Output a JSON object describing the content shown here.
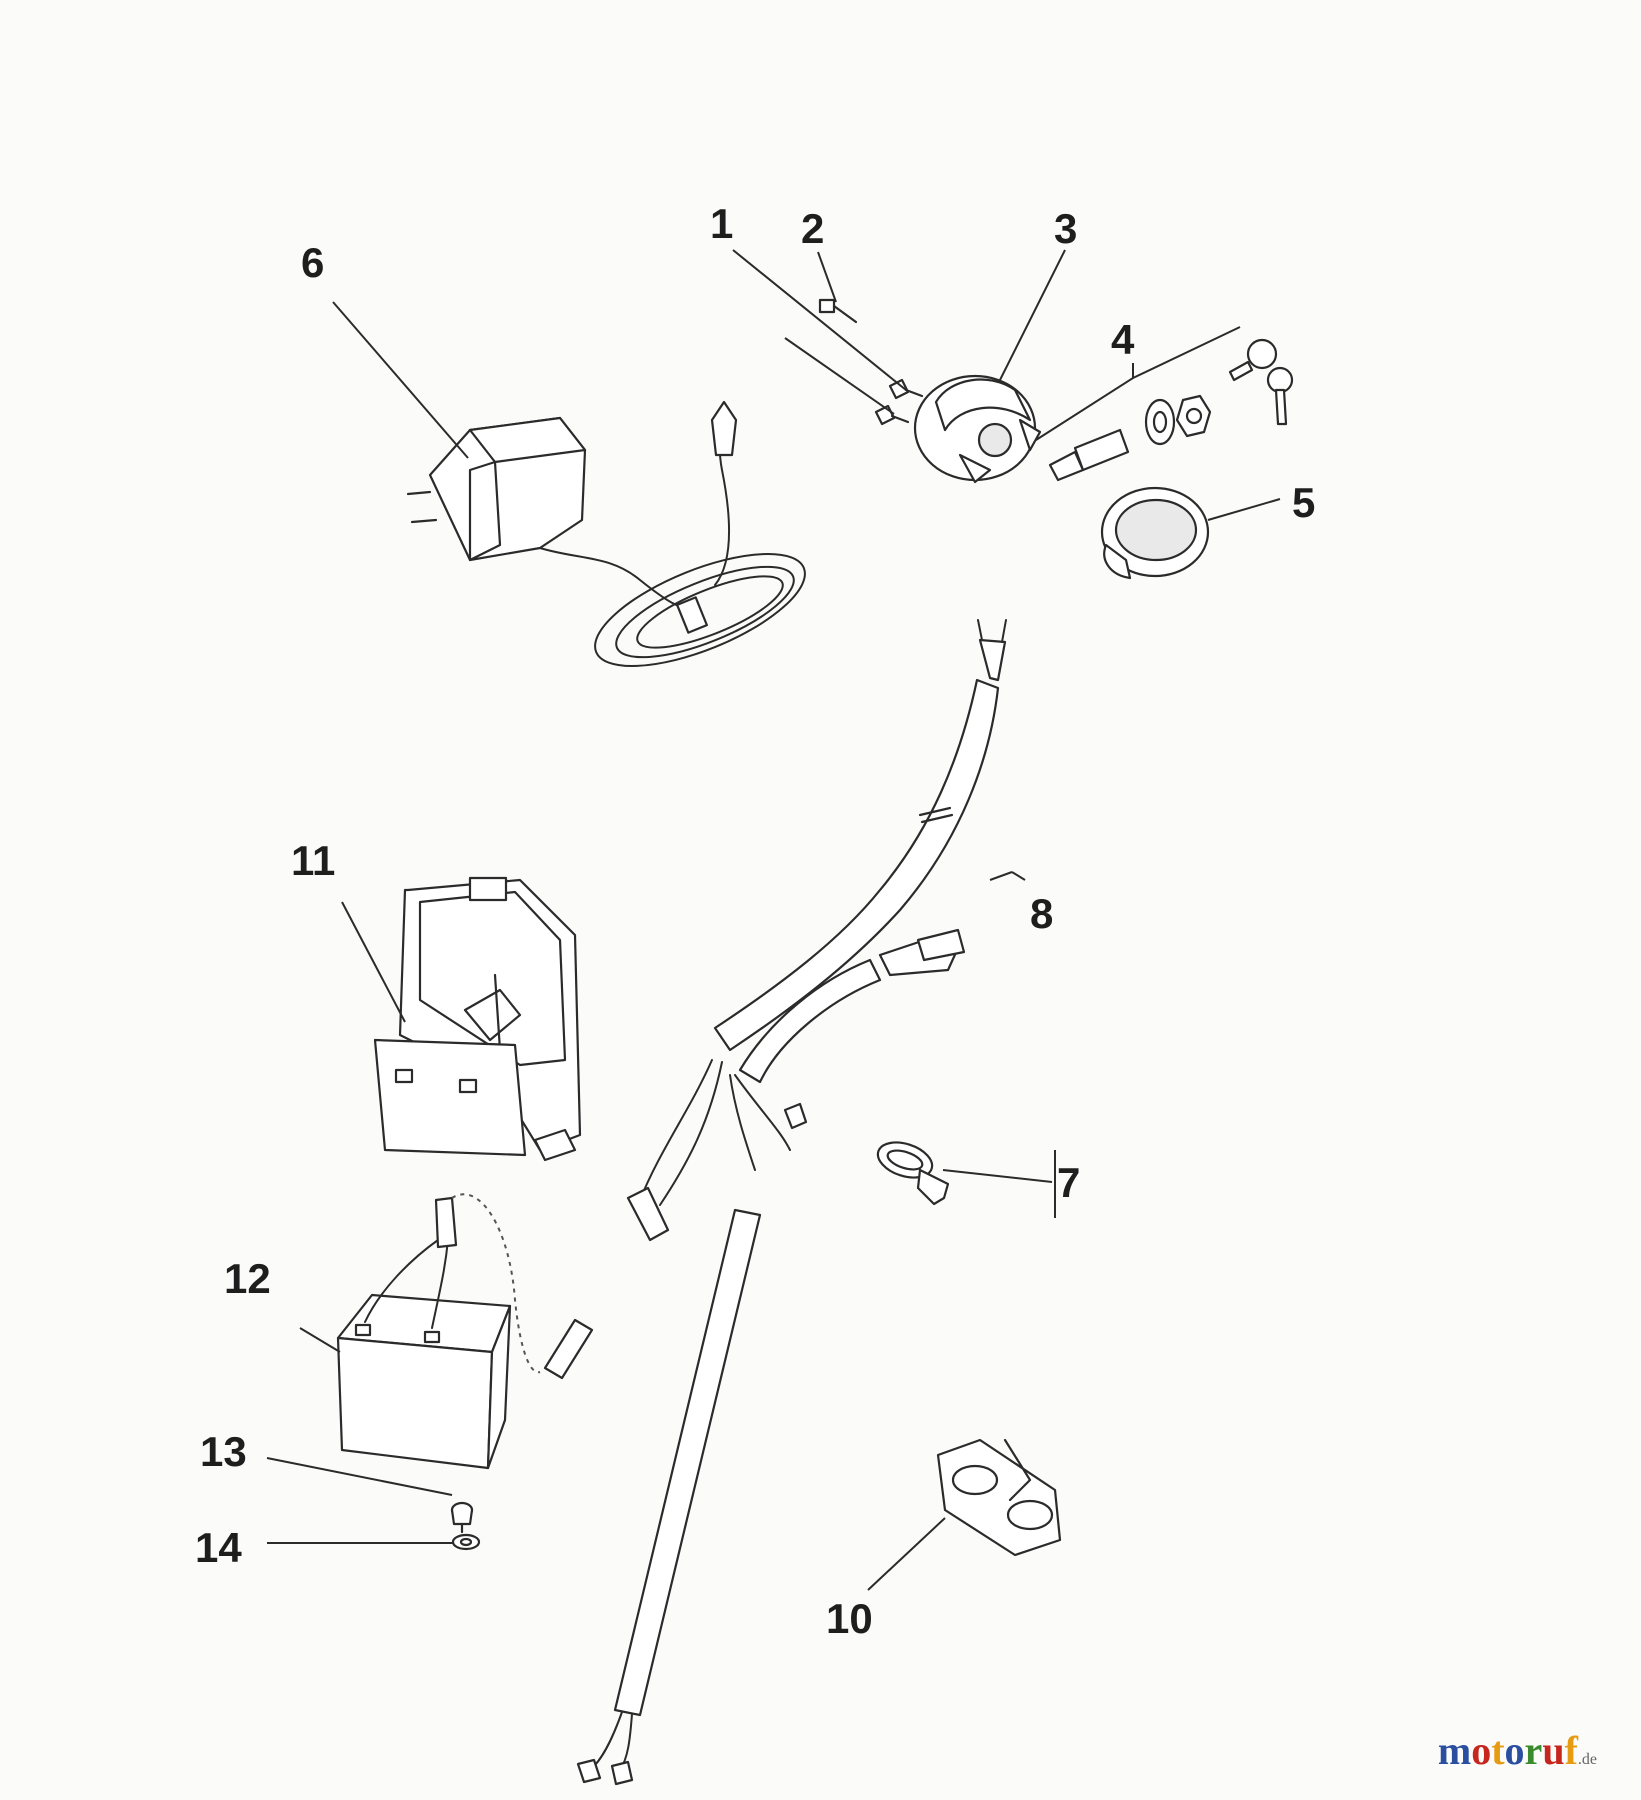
{
  "diagram": {
    "callouts": {
      "c1": "1",
      "c2": "2",
      "c3": "3",
      "c4": "4",
      "c5": "5",
      "c6": "6",
      "c7": "7",
      "c8": "8",
      "c10": "10",
      "c11": "11",
      "c12": "12",
      "c13": "13",
      "c14": "14"
    }
  },
  "watermark": {
    "text": "motoruf",
    "suffix": ".de",
    "colors": [
      "#2a4fa0",
      "#c7261f",
      "#e59b12",
      "#2a4fa0",
      "#3a8a2e",
      "#c7261f",
      "#e59b12"
    ]
  }
}
